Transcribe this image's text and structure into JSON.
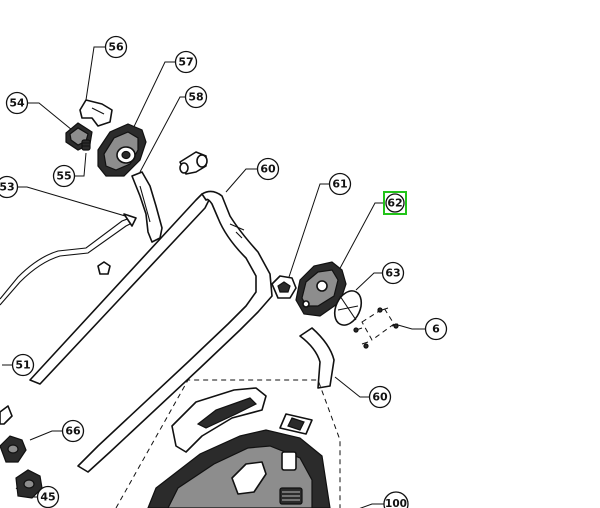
{
  "callouts": {
    "c54": "54",
    "c56": "56",
    "c57": "57",
    "c58": "58",
    "c55": "55",
    "c53": "53",
    "c60a": "60",
    "c61": "61",
    "c62": "62",
    "c63": "63",
    "c6": "6",
    "c51": "51",
    "c60b": "60",
    "c66": "66",
    "c45": "45",
    "c100": "100"
  },
  "highlight_color": "#22c41a"
}
